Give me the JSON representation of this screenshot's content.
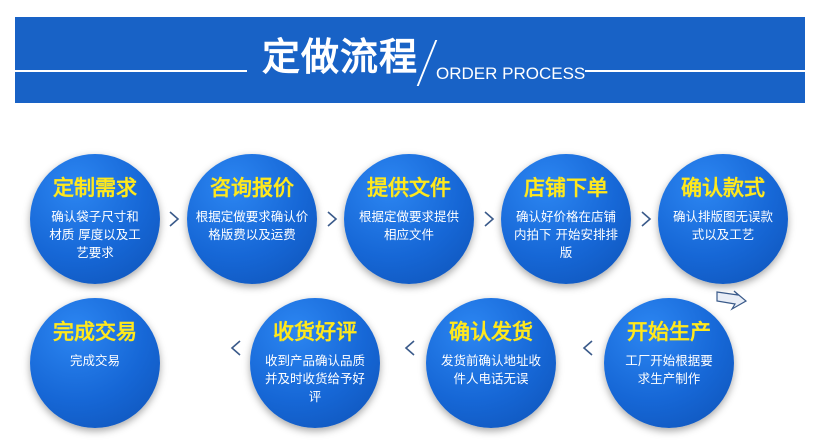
{
  "header": {
    "title": "定做流程",
    "subtitle": "ORDER PROCESS"
  },
  "colors": {
    "banner": "#1862c6",
    "step_title": "#ffe81c",
    "arrow": "#3a5a8a"
  },
  "steps": [
    {
      "title": "定制需求",
      "desc": "确认袋子尺寸和材质 厚度以及工艺要求"
    },
    {
      "title": "咨询报价",
      "desc": "根据定做要求确认价格版费以及运费"
    },
    {
      "title": "提供文件",
      "desc": "根据定做要求提供相应文件"
    },
    {
      "title": "店铺下单",
      "desc": "确认好价格在店铺内拍下 开始安排排版"
    },
    {
      "title": "确认款式",
      "desc": "确认排版图无误款式以及工艺"
    },
    {
      "title": "开始生产",
      "desc": "工厂开始根据要求生产制作"
    },
    {
      "title": "确认发货",
      "desc": "发货前确认地址收件人电话无误"
    },
    {
      "title": "收货好评",
      "desc": "收到产品确认品质并及时收货给予好评"
    },
    {
      "title": "完成交易",
      "desc": "完成交易"
    }
  ]
}
